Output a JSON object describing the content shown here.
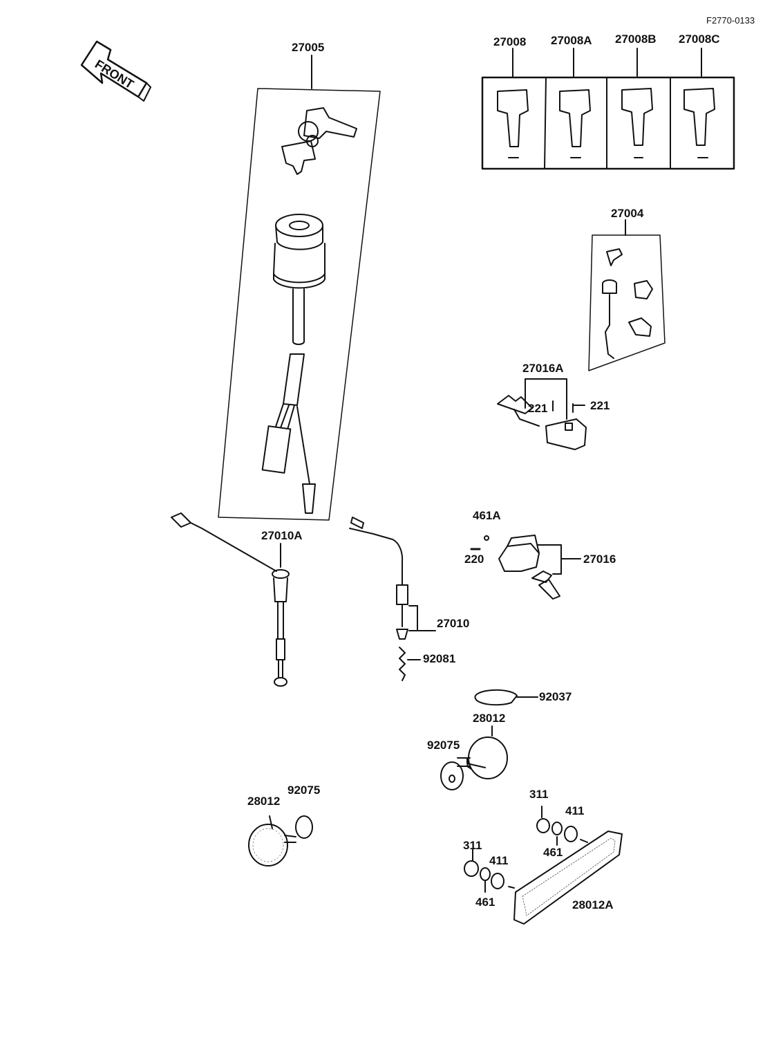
{
  "figure_code": "F2770-0133",
  "front_label": "FRONT",
  "labels": {
    "p27005": "27005",
    "p27008": "27008",
    "p27008A": "27008A",
    "p27008B": "27008B",
    "p27008C": "27008C",
    "p27004": "27004",
    "p27016A": "27016A",
    "p221a": "221",
    "p221b": "221",
    "p27010A": "27010A",
    "p461A": "461A",
    "p220": "220",
    "p27016": "27016",
    "p27010": "27010",
    "p92081": "92081",
    "p92037": "92037",
    "p28012a": "28012",
    "p92075a": "92075",
    "p28012b": "28012",
    "p92075b": "92075",
    "p311a": "311",
    "p411a": "411",
    "p461a": "461",
    "p311b": "311",
    "p411b": "411",
    "p461b": "461",
    "p28012A": "28012A"
  }
}
